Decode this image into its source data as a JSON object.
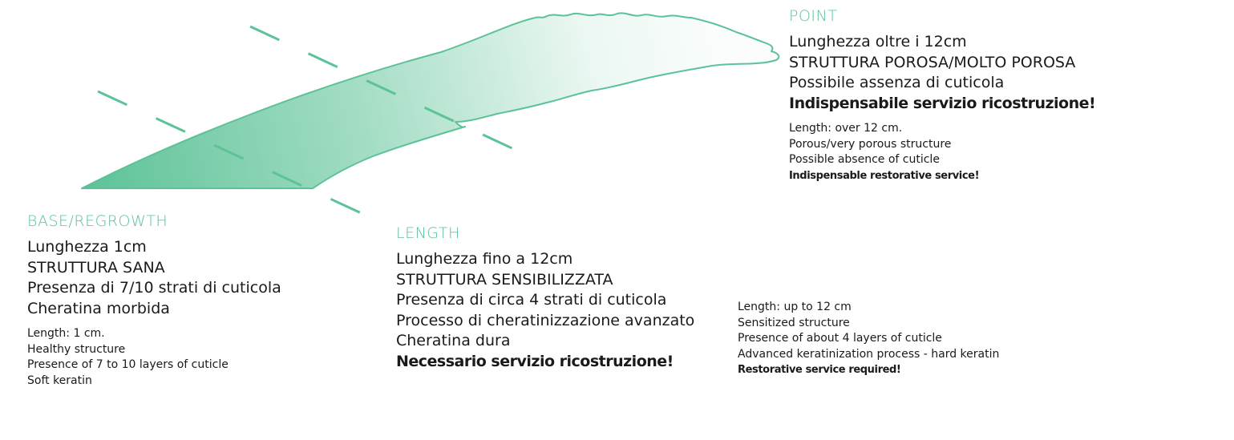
{
  "colors": {
    "accent": "#5cc297",
    "text": "#1a1a1a"
  },
  "base": {
    "title": "BASE/REGROWTH",
    "it": [
      "Lunghezza 1cm",
      "STRUTTURA SANA",
      "Presenza di 7/10 strati di cuticola",
      "Cheratina morbida"
    ],
    "en": [
      "Length: 1 cm.",
      "Healthy structure",
      "Presence of 7 to 10 layers of cuticle",
      "Soft keratin"
    ]
  },
  "length": {
    "title": "LENGTH",
    "it": [
      "Lunghezza fino a 12cm",
      "STRUTTURA SENSIBILIZZATA",
      "Presenza di circa 4 strati di cuticola",
      "Processo di cheratinizzazione avanzato",
      "Cheratina dura"
    ],
    "it_strong": "Necessario servizio ricostruzione!",
    "en": [
      "Length: up to 12 cm",
      "Sensitized structure",
      "Presence of about 4 layers of cuticle",
      "Advanced keratinization process - hard keratin"
    ],
    "en_strong": "Restorative service required!"
  },
  "point": {
    "title": "POINT",
    "it": [
      "Lunghezza oltre i 12cm",
      "STRUTTURA POROSA/MOLTO POROSA",
      "Possibile assenza di cuticola"
    ],
    "it_strong": "Indispensabile servizio ricostruzione!",
    "en": [
      "Length: over 12 cm.",
      "Porous/very porous structure",
      "Possible absence of cuticle"
    ],
    "en_strong": "Indispensable restorative service!"
  }
}
